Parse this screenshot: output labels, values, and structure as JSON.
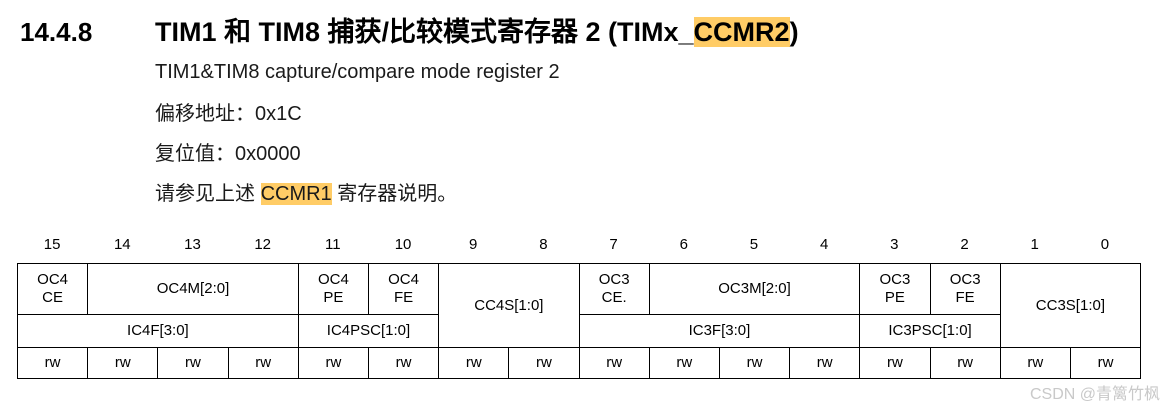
{
  "heading": {
    "section_number": "14.4.8",
    "title_prefix": "TIM1 和 TIM8 捕获/比较模式寄存器 2 (TIMx_",
    "title_highlight": "CCMR2",
    "title_suffix": ")",
    "highlight_color": "#FFCC66"
  },
  "body": {
    "subtitle": "TIM1&TIM8 capture/compare mode register 2",
    "offset_label": "偏移地址：0x1C",
    "reset_label": "复位值：0x0000",
    "note_prefix": "请参见上述 ",
    "note_highlight": "CCMR1",
    "note_suffix": " 寄存器说明。"
  },
  "register": {
    "bit_indices": [
      "15",
      "14",
      "13",
      "12",
      "11",
      "10",
      "9",
      "8",
      "7",
      "6",
      "5",
      "4",
      "3",
      "2",
      "1",
      "0"
    ],
    "row_output_mode": [
      {
        "label": "OC4\nCE",
        "span": 1,
        "rowspan": 1
      },
      {
        "label": "OC4M[2:0]",
        "span": 3,
        "rowspan": 1
      },
      {
        "label": "OC4\nPE",
        "span": 1,
        "rowspan": 1
      },
      {
        "label": "OC4\nFE",
        "span": 1,
        "rowspan": 1
      },
      {
        "label": "CC4S[1:0]",
        "span": 2,
        "rowspan": 2
      },
      {
        "label": "OC3\nCE.",
        "span": 1,
        "rowspan": 1
      },
      {
        "label": "OC3M[2:0]",
        "span": 3,
        "rowspan": 1
      },
      {
        "label": "OC3\nPE",
        "span": 1,
        "rowspan": 1
      },
      {
        "label": "OC3\nFE",
        "span": 1,
        "rowspan": 1
      },
      {
        "label": "CC3S[1:0]",
        "span": 2,
        "rowspan": 2
      }
    ],
    "row_input_mode": [
      {
        "label": "IC4F[3:0]",
        "span": 4,
        "rowspan": 1
      },
      {
        "label": "IC4PSC[1:0]",
        "span": 2,
        "rowspan": 1
      },
      {
        "label": "IC3F[3:0]",
        "span": 4,
        "rowspan": 1
      },
      {
        "label": "IC3PSC[1:0]",
        "span": 2,
        "rowspan": 1
      }
    ],
    "row_access": [
      "rw",
      "rw",
      "rw",
      "rw",
      "rw",
      "rw",
      "rw",
      "rw",
      "rw",
      "rw",
      "rw",
      "rw",
      "rw",
      "rw",
      "rw",
      "rw"
    ]
  },
  "watermark": {
    "text": "CSDN @青篱竹枫"
  }
}
